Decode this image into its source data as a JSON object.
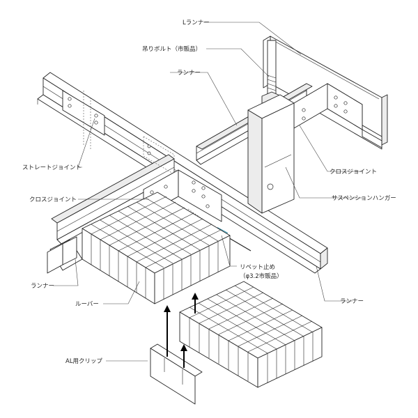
{
  "labels": {
    "l_runner": "Lランナー",
    "hanger_bolt": "吊りボルト（市販品）",
    "runner_top": "ランナー",
    "straight_joint": "ストレートジョイント",
    "cross_joint_right": "クロスジョイント",
    "cross_joint_left": "クロスジョイント",
    "suspension_hanger": "サスペンションハンガー",
    "rivet_line1": "リベット止め",
    "rivet_line2": "（φ3.2市販品）",
    "runner_left": "ランナー",
    "louver": "ルーバー",
    "runner_right": "ランナー",
    "al_clip": "AL用クリップ"
  },
  "colors": {
    "line": "#222222",
    "rivet": "#7fd3e8",
    "arrow": "#000000"
  }
}
